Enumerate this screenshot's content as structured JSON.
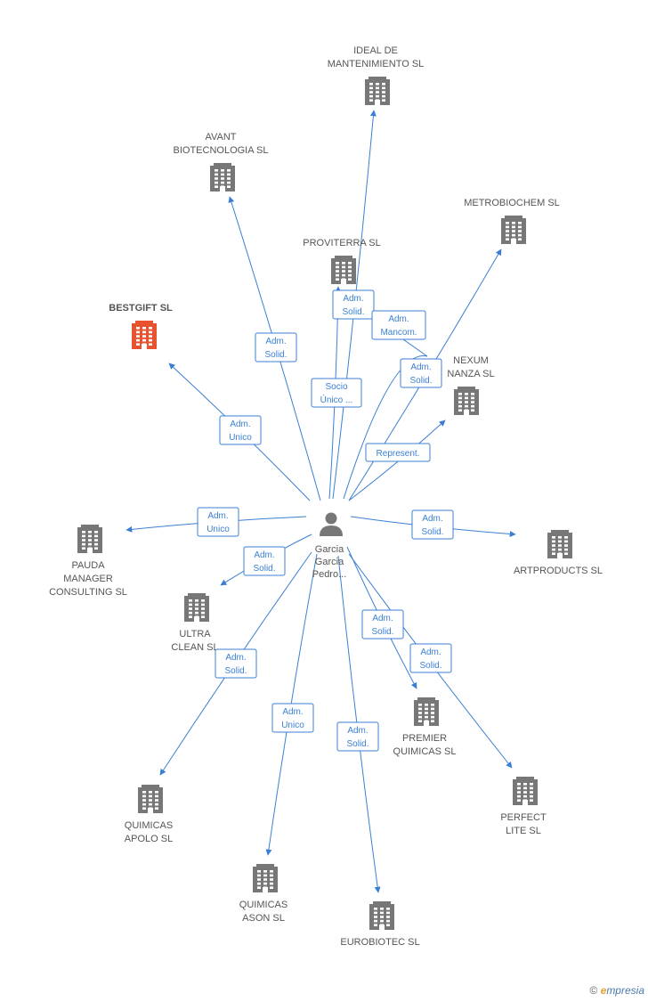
{
  "colors": {
    "edge": "#3b7fd4",
    "building": "#777777",
    "highlight": "#e9522f",
    "person": "#777777"
  },
  "center": {
    "name": "center-person",
    "label": [
      "Garcia",
      "Garcia",
      "Pedro..."
    ]
  },
  "nodes": [
    {
      "id": "ideal",
      "label": [
        "IDEAL DE",
        "MANTENIMIENTO SL"
      ],
      "icon": "building-icon"
    },
    {
      "id": "avant",
      "label": [
        "AVANT",
        "BIOTECNOLOGIA SL"
      ],
      "icon": "building-icon"
    },
    {
      "id": "metrobiochem",
      "label": [
        "METROBIOCHEM SL"
      ],
      "icon": "building-icon"
    },
    {
      "id": "proviterra",
      "label": [
        "PROVITERRA SL"
      ],
      "icon": "building-icon"
    },
    {
      "id": "bestgift",
      "label": [
        "BESTGIFT SL"
      ],
      "icon": "building-icon",
      "highlight": true
    },
    {
      "id": "nexum",
      "label": [
        "NEXUM",
        "NANZA  SL"
      ],
      "icon": "building-icon"
    },
    {
      "id": "pauda",
      "label": [
        "PAUDA",
        "MANAGER",
        "CONSULTING SL"
      ],
      "icon": "building-icon"
    },
    {
      "id": "artproducts",
      "label": [
        "ARTPRODUCTS SL"
      ],
      "icon": "building-icon"
    },
    {
      "id": "ultra",
      "label": [
        "ULTRA",
        "CLEAN SL"
      ],
      "icon": "building-icon"
    },
    {
      "id": "premier",
      "label": [
        "PREMIER",
        "QUIMICAS SL"
      ],
      "icon": "building-icon"
    },
    {
      "id": "perfect",
      "label": [
        "PERFECT",
        "LITE SL"
      ],
      "icon": "building-icon"
    },
    {
      "id": "apolo",
      "label": [
        "QUIMICAS",
        "APOLO SL"
      ],
      "icon": "building-icon"
    },
    {
      "id": "ason",
      "label": [
        "QUIMICAS",
        "ASON SL"
      ],
      "icon": "building-icon"
    },
    {
      "id": "eurobiotec",
      "label": [
        "EUROBIOTEC SL"
      ],
      "icon": "building-icon"
    }
  ],
  "edges": [
    {
      "to": "ideal",
      "label": [
        "Adm.",
        "Solid."
      ]
    },
    {
      "to": "proviterra",
      "label": [
        "Adm.",
        "Mancom."
      ]
    },
    {
      "to": "proviterra",
      "label": [
        "Socio",
        "Único ..."
      ]
    },
    {
      "to": "avant",
      "label": [
        "Adm.",
        "Solid."
      ]
    },
    {
      "to": "metrobiochem",
      "label": [
        "Adm.",
        "Solid."
      ]
    },
    {
      "to": "nexum",
      "label": [
        "Represent."
      ]
    },
    {
      "to": "bestgift",
      "label": [
        "Adm.",
        "Unico"
      ]
    },
    {
      "to": "pauda",
      "label": [
        "Adm.",
        "Unico"
      ]
    },
    {
      "to": "artproducts",
      "label": [
        "Adm.",
        "Solid."
      ]
    },
    {
      "to": "ultra",
      "label": [
        "Adm.",
        "Solid."
      ]
    },
    {
      "to": "premier",
      "label": [
        "Adm.",
        "Solid."
      ]
    },
    {
      "to": "perfect",
      "label": [
        "Adm.",
        "Solid."
      ]
    },
    {
      "to": "apolo",
      "label": [
        "Adm.",
        "Solid."
      ]
    },
    {
      "to": "ason",
      "label": [
        "Adm.",
        "Unico"
      ]
    },
    {
      "to": "eurobiotec",
      "label": [
        "Adm.",
        "Solid."
      ]
    }
  ],
  "footer": {
    "symbol": "©",
    "brand_e": "e",
    "brand_rest": "mpresia"
  }
}
